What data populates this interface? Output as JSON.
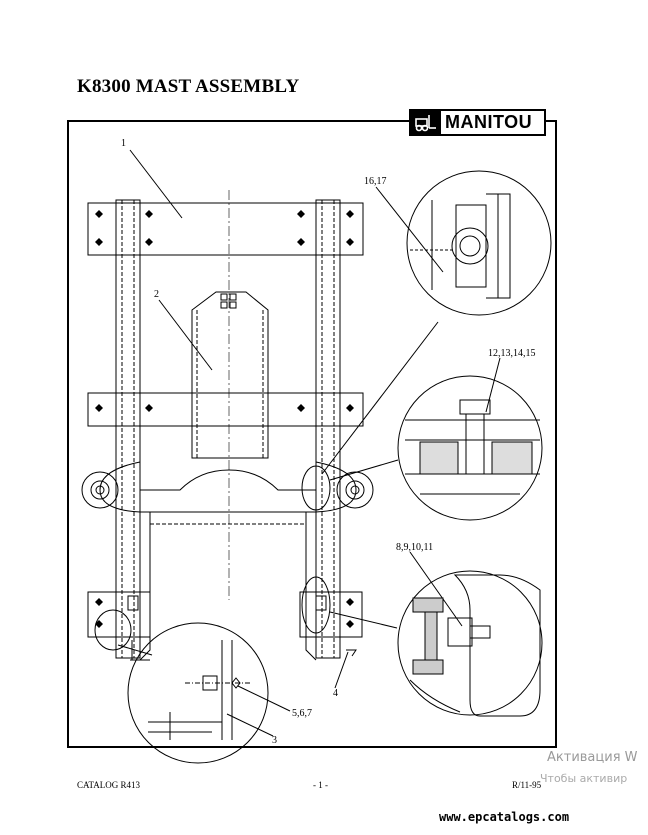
{
  "document": {
    "title": "K8300 MAST ASSEMBLY"
  },
  "brand": {
    "logo_text": "MANITOU"
  },
  "callouts": {
    "c1": "1",
    "c2": "2",
    "c3": "3",
    "c4": "4",
    "c567": "5,6,7",
    "c891011": "8,9,10,11",
    "c12131415": "12,13,14,15",
    "c1617": "16,17"
  },
  "footer": {
    "catalog": "CATALOG R413",
    "page": "- 1 -",
    "revision": "R/11-95"
  },
  "watermark": {
    "line1": "Активация W",
    "line2": "Чтобы активир"
  },
  "site": {
    "url": "www.epcatalogs.com"
  }
}
